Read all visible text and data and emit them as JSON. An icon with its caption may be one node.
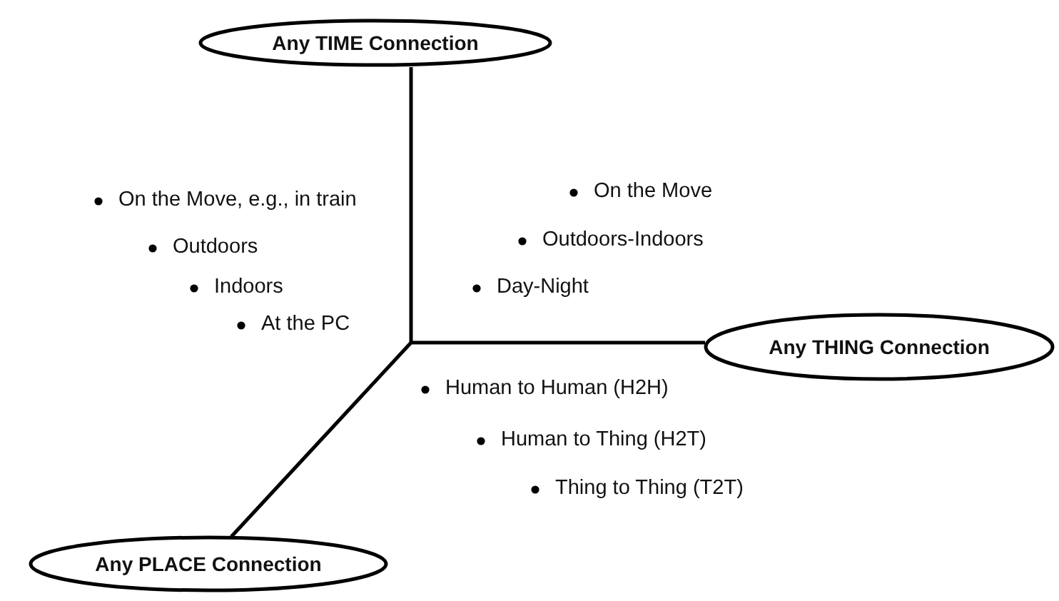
{
  "diagram": {
    "nodes": [
      {
        "text": [
          "Any TIME Connection"
        ]
      },
      {
        "text": [
          "Any THING Connection"
        ]
      },
      {
        "text": [
          "Any PLACE Connection"
        ]
      }
    ],
    "labels": [
      "On the Move, e.g., in train",
      "On the Move",
      "Outdoors-Indoors",
      "Outdoors",
      "Indoors",
      "Day-Night",
      "At the PC",
      "Human to Human (H2H)",
      "Human to Thing (H2T)",
      "Thing to Thing (T2T)"
    ]
  }
}
